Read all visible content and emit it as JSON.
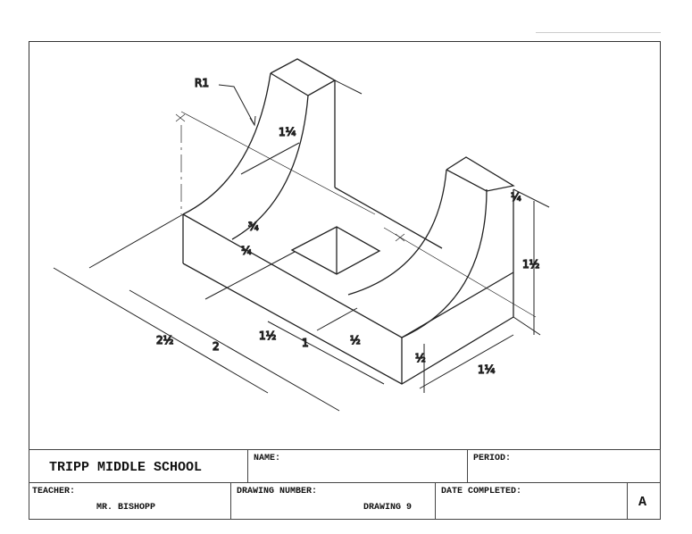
{
  "title_block": {
    "school": "TRIPP MIDDLE SCHOOL",
    "name_label": "NAME:",
    "period_label": "PERIOD:",
    "teacher_label": "TEACHER:",
    "teacher_value": "MR. BISHOPP",
    "drawing_number_label": "DRAWING NUMBER:",
    "drawing_number_value": "DRAWING 9",
    "date_completed_label": "DATE COMPLETED:",
    "sheet_letter": "A"
  },
  "dimensions": {
    "radius": "R1",
    "upright_thickness": "1¼",
    "hole_offset": "¾",
    "hole_size": "¼",
    "overall_depth": "2½",
    "base_length": "2",
    "hole_position": "1½",
    "slot_width": "1",
    "half_a": "½",
    "base_height": "½",
    "right_depth": "1¼",
    "right_height": "1½",
    "right_top": "¼"
  }
}
